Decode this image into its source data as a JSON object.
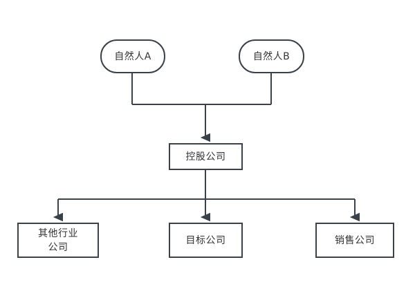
{
  "diagram": {
    "type": "org-chart",
    "title": "",
    "background_color": "#ffffff",
    "stroke_color": "#3a4149",
    "text_color": "#333333",
    "stroke_width": 2,
    "nodes": [
      {
        "id": "person_a",
        "label": "自然人A",
        "shape": "rounded-pill",
        "level": 1
      },
      {
        "id": "person_b",
        "label": "自然人B",
        "shape": "rounded-pill",
        "level": 1
      },
      {
        "id": "holding",
        "label": "控股公司",
        "shape": "rectangle",
        "level": 2
      },
      {
        "id": "other_industry",
        "label": "其他行业\n公司",
        "shape": "rectangle",
        "level": 3
      },
      {
        "id": "target",
        "label": "目标公司",
        "shape": "rectangle",
        "level": 3
      },
      {
        "id": "sales",
        "label": "销售公司",
        "shape": "rectangle",
        "level": 3
      }
    ],
    "edges": [
      {
        "from": "person_a",
        "to": "holding",
        "style": "elbow",
        "arrow": true
      },
      {
        "from": "person_b",
        "to": "holding",
        "style": "elbow",
        "arrow": true
      },
      {
        "from": "holding",
        "to": "other_industry",
        "style": "elbow",
        "arrow": true
      },
      {
        "from": "holding",
        "to": "target",
        "style": "straight",
        "arrow": true
      },
      {
        "from": "holding",
        "to": "sales",
        "style": "elbow",
        "arrow": true
      }
    ]
  }
}
